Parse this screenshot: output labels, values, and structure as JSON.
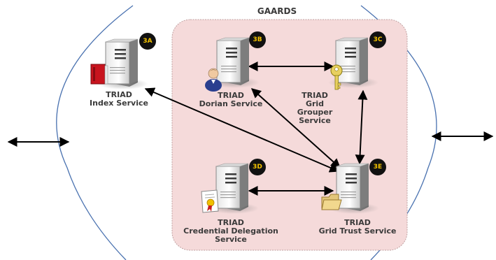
{
  "diagram": {
    "title": "GAARDS",
    "colors": {
      "region_fill": "#f5dada",
      "region_border": "#c0a0a0",
      "circle_stroke": "#4a72b0",
      "badge_bg": "#111111",
      "badge_text": "#f5c400",
      "arrow": "#000000"
    },
    "nodes": [
      {
        "id": "3A",
        "badge": "3A",
        "line1": "TRIAD",
        "line2": "Index Service",
        "line3": "",
        "line4": "",
        "accessory": "red-book-icon"
      },
      {
        "id": "3B",
        "badge": "3B",
        "line1": "TRIAD",
        "line2": "Dorian Service",
        "line3": "",
        "line4": "",
        "accessory": "user-icon"
      },
      {
        "id": "3C",
        "badge": "3C",
        "line1": "TRIAD",
        "line2": "Grid",
        "line3": "Grouper",
        "line4": "Service",
        "accessory": "key-icon"
      },
      {
        "id": "3D",
        "badge": "3D",
        "line1": "TRIAD",
        "line2": "Credential Delegation",
        "line3": "Service",
        "line4": "",
        "accessory": "certificate-icon"
      },
      {
        "id": "3E",
        "badge": "3E",
        "line1": "TRIAD",
        "line2": "Grid Trust Service",
        "line3": "",
        "line4": "",
        "accessory": "folder-icon"
      }
    ],
    "connections": [
      {
        "from": "3A",
        "to": "3E",
        "type": "bidirectional"
      },
      {
        "from": "3B",
        "to": "3C",
        "type": "bidirectional"
      },
      {
        "from": "3B",
        "to": "3E",
        "type": "bidirectional"
      },
      {
        "from": "3C",
        "to": "3E",
        "type": "bidirectional"
      },
      {
        "from": "3D",
        "to": "3E",
        "type": "bidirectional"
      },
      {
        "from": "left-edge",
        "to": "left-boundary",
        "type": "bidirectional"
      },
      {
        "from": "right-boundary",
        "to": "right-edge",
        "type": "bidirectional"
      }
    ]
  }
}
